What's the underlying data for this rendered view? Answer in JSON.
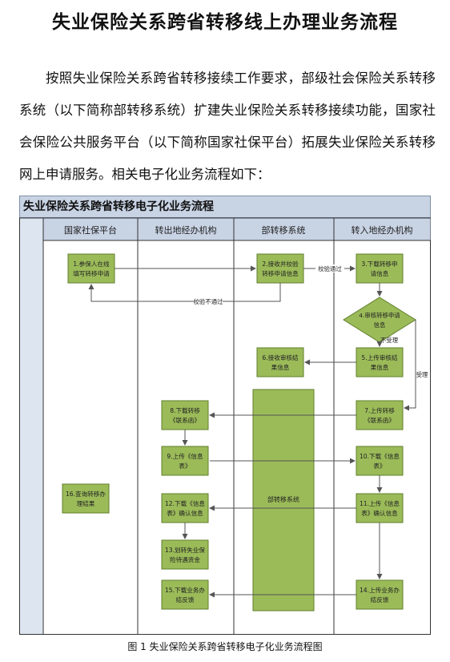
{
  "page_title": "失业保险关系跨省转移线上办理业务流程",
  "intro_text": "按照失业保险关系跨省转移接续工作要求，部级社会保险关系转移系统（以下简称部转移系统）扩建失业保险关系转移接续功能，国家社会保险公共服务平台（以下简称国家社保平台）拓展失业保险关系转移网上申请服务。相关电子化业务流程如下：",
  "flowchart": {
    "title": "失业保险关系跨省转移电子化业务流程",
    "lanes": [
      "国家社保平台",
      "转出地经办机构",
      "部转移系统",
      "转入地经办机构"
    ],
    "nodes": {
      "n1": [
        "1.参保人在线",
        "填写转移申请"
      ],
      "n2": [
        "2.接收并校验",
        "转移申请信息"
      ],
      "n3": [
        "3.下载转移申",
        "请信息"
      ],
      "n4": [
        "4.审核转移申请",
        "信息"
      ],
      "n5": [
        "5.上传审核结",
        "果信息"
      ],
      "n6": [
        "6.接收审核结",
        "果信息"
      ],
      "n7": [
        "7.上传转移",
        "《联系函》"
      ],
      "n8": [
        "8.下载转移",
        "《联系函》"
      ],
      "n9": [
        "9.上传《信息",
        "表》"
      ],
      "n10": [
        "10.下载《信息",
        "表》"
      ],
      "n11": [
        "11.上传《信息",
        "表》确认信息"
      ],
      "n12": [
        "12.下载《信息",
        "表》确认信息"
      ],
      "n13": [
        "13.划转失业保",
        "险待遇资金"
      ],
      "n14": [
        "14.上传业务办",
        "结反馈"
      ],
      "n15": [
        "15.下载业务办",
        "结反馈"
      ],
      "n16": [
        "16.查询转移办",
        "理结果"
      ],
      "system_box": "部转移系统"
    },
    "edge_labels": {
      "pass": "校验通过",
      "fail": "校验不通过",
      "reject": "不受理",
      "accept": "受理"
    }
  },
  "figure_caption": "图 1  失业保险关系跨省转移电子化业务流程图",
  "colors": {
    "header_bg": "#c8d3e4",
    "node_fill": "#9bbb59",
    "node_stroke": "#5f7f2a",
    "line": "#555555"
  }
}
